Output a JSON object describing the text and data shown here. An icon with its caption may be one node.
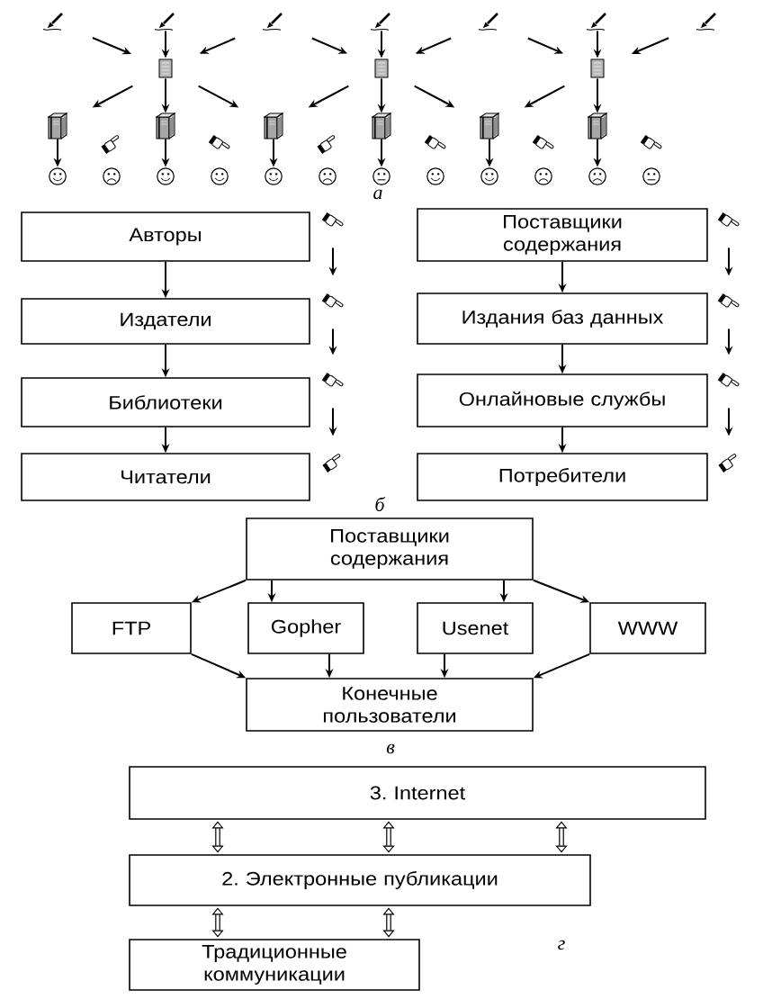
{
  "diagram": {
    "nodes": [
      {
        "text": [],
        "shape": "picture"
      },
      {
        "text": [],
        "shape": "picture"
      },
      {
        "text": [],
        "shape": "picture"
      },
      {
        "text": [],
        "shape": "picture"
      },
      {
        "text": [],
        "shape": "picture"
      },
      {
        "text": [],
        "shape": "picture"
      },
      {
        "text": [],
        "shape": "picture"
      },
      {
        "text": [],
        "shape": "picture"
      },
      {
        "text": [],
        "shape": "picture"
      },
      {
        "text": [],
        "shape": "picture"
      },
      {
        "text": [],
        "shape": "picture"
      },
      {
        "text": [],
        "shape": "picture"
      },
      {
        "text": [],
        "shape": "picture"
      },
      {
        "text": [],
        "shape": "picture"
      },
      {
        "text": [],
        "shape": "picture"
      },
      {
        "text": [],
        "shape": "picture"
      },
      {
        "text": [],
        "shape": "picture"
      },
      {
        "text": [],
        "shape": "picture"
      },
      {
        "text": [],
        "shape": "picture"
      },
      {
        "text": [],
        "shape": "picture"
      },
      {
        "text": [],
        "shape": "picture"
      },
      {
        "text": [],
        "shape": "picture"
      },
      {
        "text": [],
        "shape": "picture"
      },
      {
        "text": [],
        "shape": "picture"
      },
      {
        "text": [],
        "shape": "picture"
      },
      {
        "text": [],
        "shape": "picture"
      },
      {
        "text": [],
        "shape": "picture"
      },
      {
        "text": [],
        "shape": "picture"
      },
      {
        "text": [],
        "shape": "picture"
      },
      {
        "text": [],
        "shape": "picture"
      },
      {
        "text": [],
        "shape": "picture"
      },
      {
        "text": [],
        "shape": "picture"
      },
      {
        "text": [],
        "shape": "picture"
      },
      {
        "text": [],
        "shape": "picture"
      },
      {
        "text": [
          "Авторы"
        ]
      },
      {
        "text": [],
        "shape": "picture"
      },
      {
        "text": [
          "Поставщики содержания"
        ]
      },
      {
        "text": [],
        "shape": "picture"
      },
      {
        "text": [
          "Издатели"
        ]
      },
      {
        "text": [],
        "shape": "picture"
      },
      {
        "text": [
          "Издания баз данных"
        ]
      },
      {
        "text": [],
        "shape": "picture"
      },
      {
        "text": [
          "Библиотеки"
        ]
      },
      {
        "text": [],
        "shape": "picture"
      },
      {
        "text": [
          "Онлайновые службы"
        ]
      },
      {
        "text": [],
        "shape": "picture"
      },
      {
        "text": [
          "Читатели"
        ]
      },
      {
        "text": [],
        "shape": "picture"
      },
      {
        "text": [
          "Потребители"
        ]
      },
      {
        "text": [],
        "shape": "picture"
      },
      {
        "text": [
          "Поставщики содержания"
        ]
      },
      {
        "text": [
          "FTP"
        ]
      },
      {
        "text": [
          "Gopher"
        ]
      },
      {
        "text": [
          "Usenet"
        ]
      },
      {
        "text": [
          "WWW"
        ]
      },
      {
        "text": [
          "Конечные пользователи"
        ]
      },
      {
        "text": [
          "3. Internet"
        ]
      },
      {
        "text": [
          "2. Электронные публикации"
        ]
      },
      {
        "text": [
          "Традиционные коммуникации"
        ]
      }
    ],
    "edges": [
      {
        "from": 0,
        "to": 7,
        "arrow": "to"
      },
      {
        "from": 1,
        "to": 7,
        "arrow": "to"
      },
      {
        "from": 2,
        "to": 7,
        "arrow": "to"
      },
      {
        "from": 2,
        "to": 8,
        "arrow": "to"
      },
      {
        "from": 3,
        "to": 8,
        "arrow": "to"
      },
      {
        "from": 4,
        "to": 8,
        "arrow": "to"
      },
      {
        "from": 4,
        "to": 9,
        "arrow": "to"
      },
      {
        "from": 5,
        "to": 9,
        "arrow": "to"
      },
      {
        "from": 6,
        "to": 9,
        "arrow": "to"
      },
      {
        "from": 7,
        "to": 10,
        "arrow": "to"
      },
      {
        "from": 7,
        "to": 12,
        "arrow": "to"
      },
      {
        "from": 7,
        "to": 14,
        "arrow": "to"
      },
      {
        "from": 8,
        "to": 14,
        "arrow": "to"
      },
      {
        "from": 8,
        "to": 16,
        "arrow": "to"
      },
      {
        "from": 8,
        "to": 18,
        "arrow": "to"
      },
      {
        "from": 9,
        "to": 18,
        "arrow": "to"
      },
      {
        "from": 9,
        "to": 20,
        "arrow": "to"
      },
      {
        "from": 10,
        "to": 22,
        "arrow": "to"
      },
      {
        "from": 12,
        "to": 24,
        "arrow": "to"
      },
      {
        "from": 14,
        "to": 26,
        "arrow": "to"
      },
      {
        "from": 16,
        "to": 28,
        "arrow": "to"
      },
      {
        "from": 18,
        "to": 30,
        "arrow": "to"
      },
      {
        "from": 20,
        "to": 32,
        "arrow": "to"
      },
      {
        "from": 34,
        "to": 38,
        "arrow": "to"
      },
      {
        "from": 38,
        "to": 42,
        "arrow": "to"
      },
      {
        "from": 42,
        "to": 46,
        "arrow": "to"
      },
      {
        "from": 36,
        "to": 40,
        "arrow": "to"
      },
      {
        "from": 40,
        "to": 44,
        "arrow": "to"
      },
      {
        "from": 44,
        "to": 48,
        "arrow": "to"
      },
      {
        "from": 35,
        "to": 39,
        "arrow": "to"
      },
      {
        "from": 39,
        "to": 43,
        "arrow": "to"
      },
      {
        "from": 43,
        "to": 47,
        "arrow": "to"
      },
      {
        "from": 37,
        "to": 41,
        "arrow": "to"
      },
      {
        "from": 41,
        "to": 45,
        "arrow": "to"
      },
      {
        "from": 45,
        "to": 49,
        "arrow": "to"
      },
      {
        "from": 50,
        "to": 51,
        "arrow": "to"
      },
      {
        "from": 50,
        "to": 52,
        "arrow": "to"
      },
      {
        "from": 50,
        "to": 53,
        "arrow": "to"
      },
      {
        "from": 50,
        "to": 54,
        "arrow": "to"
      },
      {
        "from": 51,
        "to": 55,
        "arrow": "to"
      },
      {
        "from": 52,
        "to": 55,
        "arrow": "to"
      },
      {
        "from": 53,
        "to": 55,
        "arrow": "to"
      },
      {
        "from": 54,
        "to": 55,
        "arrow": "to"
      },
      {
        "from": 56,
        "to": 57,
        "arrow": "both",
        "style": "thick"
      },
      {
        "from": 56,
        "to": 57,
        "arrow": "both",
        "style": "thick"
      },
      {
        "from": 56,
        "to": 57,
        "arrow": "both",
        "style": "thick"
      },
      {
        "from": 57,
        "to": 58,
        "arrow": "both",
        "style": "thick"
      },
      {
        "from": 57,
        "to": 58,
        "arrow": "both",
        "style": "thick"
      }
    ],
    "labels": [
      "а",
      "б",
      "в",
      "г"
    ]
  }
}
